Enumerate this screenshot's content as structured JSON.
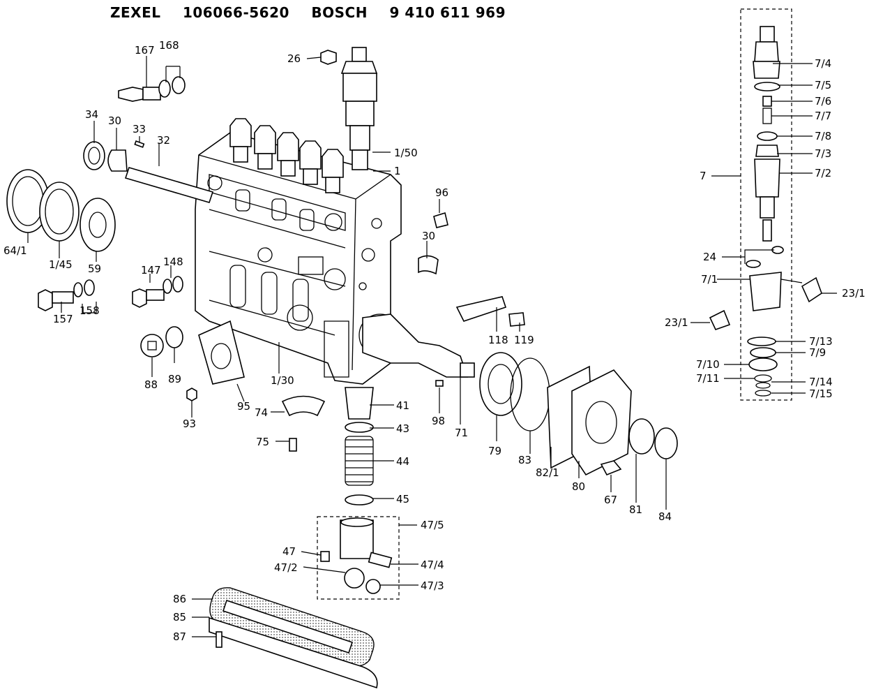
{
  "header": {
    "maker1": "ZEXEL",
    "code1": "106066-5620",
    "maker2": "BOSCH",
    "code2": "9 410 611 969"
  },
  "labels": {
    "p26": "26",
    "p167": "167",
    "p168": "168",
    "p34": "34",
    "p30a": "30",
    "p33": "33",
    "p32": "32",
    "p150": "1/50",
    "p1": "1",
    "p96": "96",
    "p30b": "30",
    "p641": "64/1",
    "p145": "1/45",
    "p59": "59",
    "p147": "147",
    "p148": "148",
    "p157": "157",
    "p158": "158",
    "p118": "118",
    "p119": "119",
    "p88": "88",
    "p89": "89",
    "p130": "1/30",
    "p95": "95",
    "p93": "93",
    "p74": "74",
    "p75": "75",
    "p41": "41",
    "p43": "43",
    "p44": "44",
    "p45": "45",
    "p98": "98",
    "p71": "71",
    "p79": "79",
    "p83": "83",
    "p821": "82/1",
    "p80": "80",
    "p67": "67",
    "p81": "81",
    "p84": "84",
    "p475": "47/5",
    "p47": "47",
    "p472": "47/2",
    "p474": "47/4",
    "p473": "47/3",
    "p86": "86",
    "p85": "85",
    "p87": "87",
    "p7": "7",
    "p74r": "7/4",
    "p75r": "7/5",
    "p76": "7/6",
    "p77": "7/7",
    "p78": "7/8",
    "p73": "7/3",
    "p72": "7/2",
    "p24": "24",
    "p71r": "7/1",
    "p231a": "23/1",
    "p231b": "23/1",
    "p713": "7/13",
    "p79r": "7/9",
    "p710": "7/10",
    "p711": "7/11",
    "p714": "7/14",
    "p715": "7/15"
  }
}
